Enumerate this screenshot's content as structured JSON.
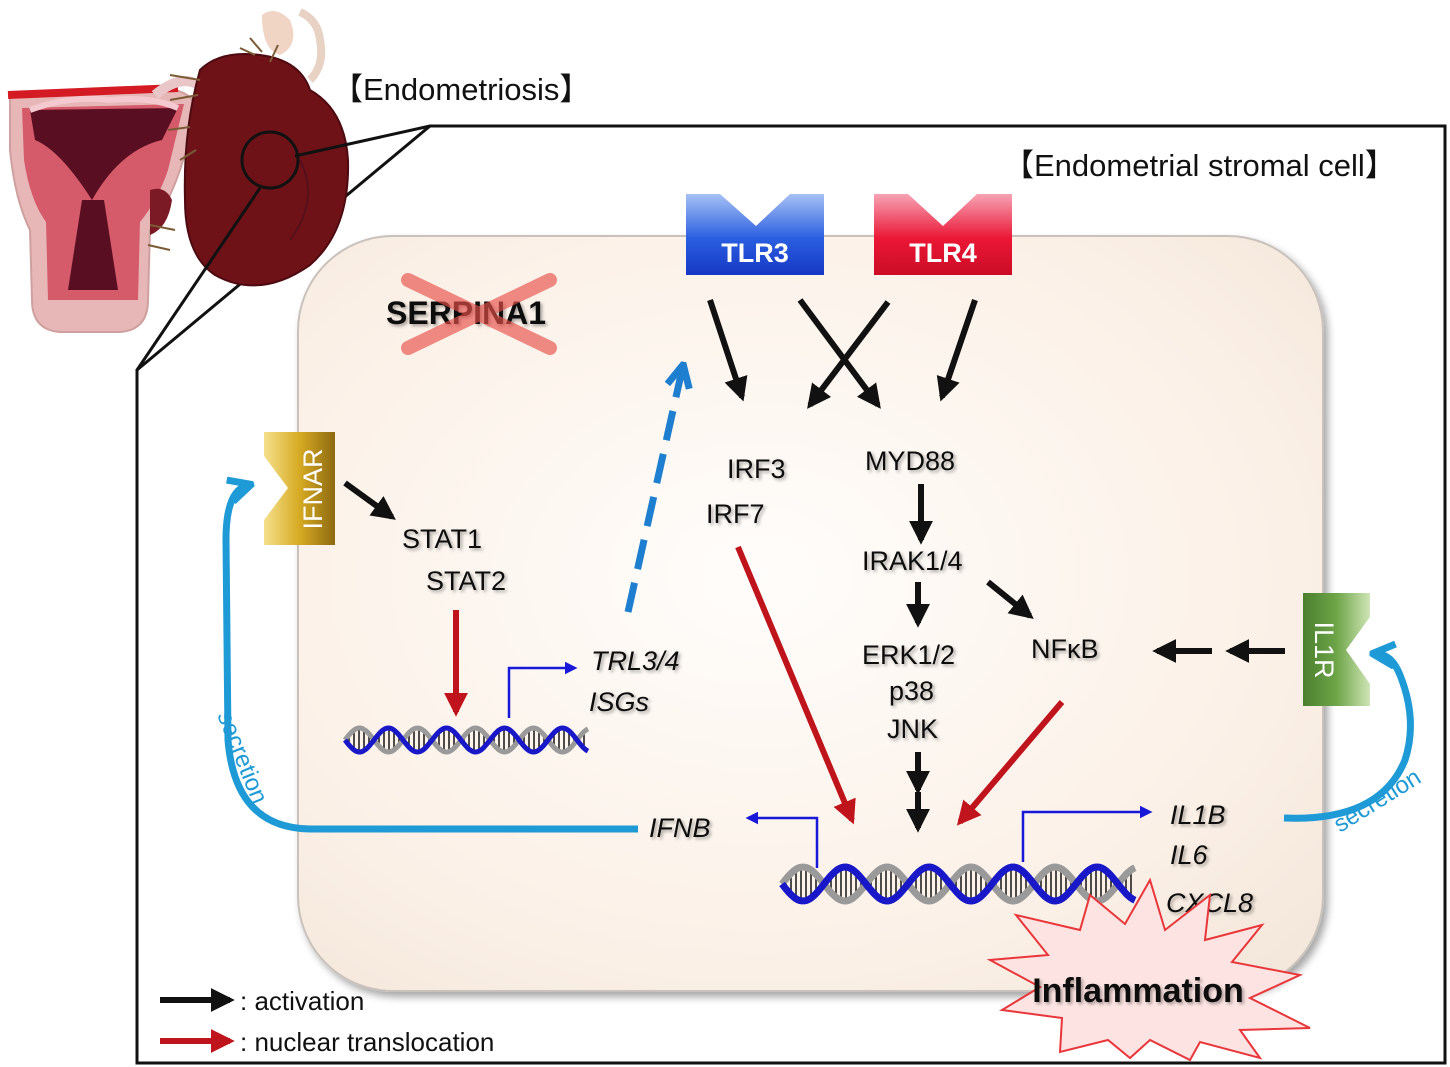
{
  "panel_title": "【Endometriosis】",
  "cell_title": "【Endometrial stromal cell】",
  "knockdown_gene": "SERPINA1",
  "receptors": {
    "tlr3": "TLR3",
    "tlr4": "TLR4",
    "ifnar": "IFNAR",
    "il1r": "IL1R"
  },
  "nodes": {
    "irf3": "IRF3",
    "irf7": "IRF7",
    "myd88": "MYD88",
    "irak": "IRAK1/4",
    "erk": "ERK1/2",
    "p38": "p38",
    "jnk": "JNK",
    "nfkb": "NFκB",
    "stat1": "STAT1",
    "stat2": "STAT2"
  },
  "genes": {
    "trl": "TRL3/4",
    "isgs": "ISGs",
    "ifnb": "IFNB",
    "il1b": "IL1B",
    "il6": "IL6",
    "cxcl8": "CXCL8"
  },
  "secretion_label": "secretion",
  "inflammation_label": "Inflammation",
  "legend": {
    "activation": ": activation",
    "translocation": ": nuclear translocation"
  },
  "colors": {
    "activation": "#111111",
    "translocation": "#c0141c",
    "transcription": "#1818d8",
    "secretion": "#1e9ad6",
    "tlr3": "#1d4fd6",
    "tlr4": "#e0102a",
    "ifnar": "#d6aa22",
    "il1r": "#5f9a3e",
    "tissue": "#6e1218"
  }
}
